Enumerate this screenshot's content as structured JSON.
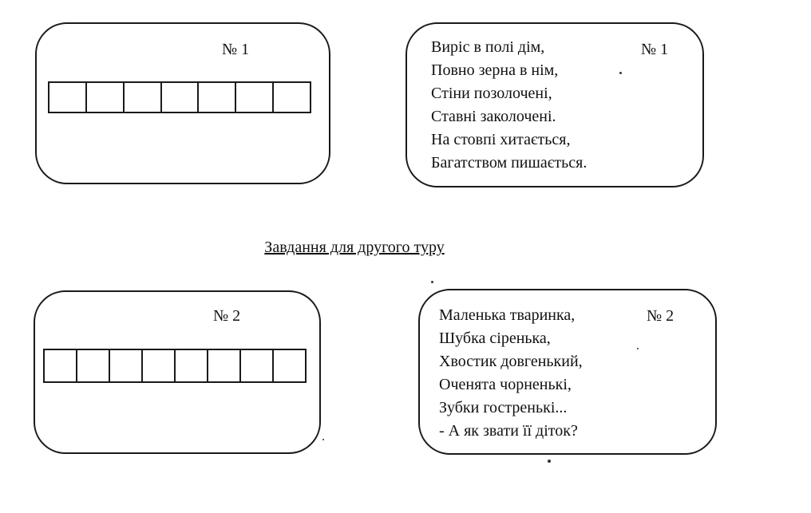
{
  "card1_left": {
    "number": "№ 1",
    "cell_count": 7
  },
  "card1_right": {
    "number": "№ 1",
    "lines": [
      "Виріс в полі дім,",
      "Повно зерна в нім,",
      "Стіни позолочені,",
      "Ставні заколочені.",
      "На стовпі хитається,",
      "Багатством пишається."
    ]
  },
  "heading": "Завдання для другого туру",
  "card2_left": {
    "number": "№ 2",
    "cell_count": 8
  },
  "card2_right": {
    "number": "№ 2",
    "lines": [
      "Маленька тваринка,",
      "Шубка сіренька,",
      "Хвостик довгенький,",
      "Оченята чорненькі,",
      "Зубки гостренькі...",
      "- А як звати її діток?"
    ]
  }
}
